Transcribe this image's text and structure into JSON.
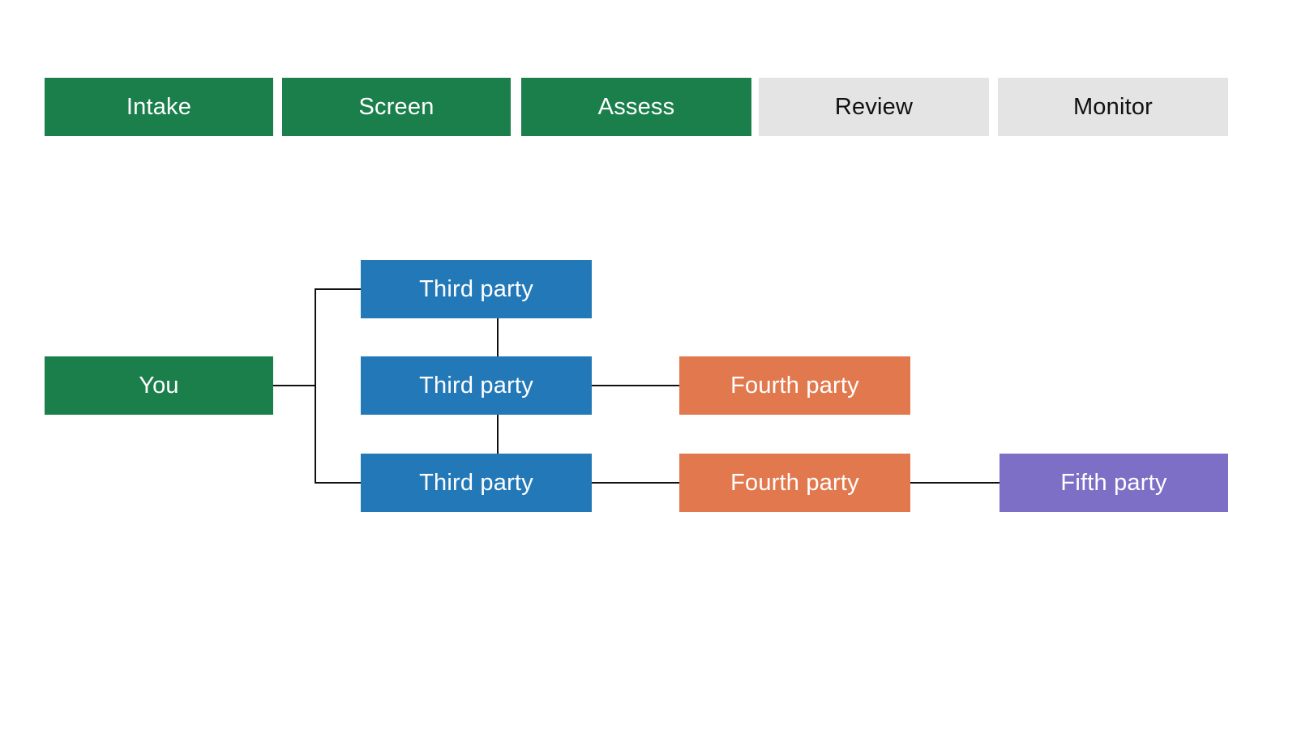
{
  "stages": [
    {
      "label": "Intake",
      "state": "done"
    },
    {
      "label": "Screen",
      "state": "done"
    },
    {
      "label": "Assess",
      "state": "done"
    },
    {
      "label": "Review",
      "state": "todo"
    },
    {
      "label": "Monitor",
      "state": "todo"
    }
  ],
  "nodes": {
    "you": {
      "label": "You"
    },
    "third_1": {
      "label": "Third party"
    },
    "third_2": {
      "label": "Third party"
    },
    "third_3": {
      "label": "Third party"
    },
    "fourth_1": {
      "label": "Fourth party"
    },
    "fourth_2": {
      "label": "Fourth party"
    },
    "fifth_1": {
      "label": "Fifth party"
    }
  },
  "colors": {
    "green": "#1b7f4c",
    "blue": "#2379b8",
    "orange": "#e2794e",
    "purple": "#7d6ec6",
    "gray": "#e4e4e4",
    "line": "#111111"
  }
}
